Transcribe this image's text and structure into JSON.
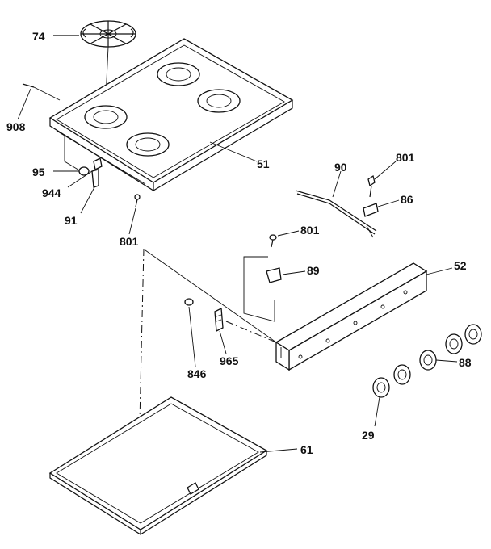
{
  "labels": {
    "p74": "74",
    "p908": "908",
    "p95": "95",
    "p944": "944",
    "p91": "91",
    "p801a": "801",
    "p51": "51",
    "p90": "90",
    "p801b": "801",
    "p86": "86",
    "p801c": "801",
    "p89": "89",
    "p52": "52",
    "p846": "846",
    "p965": "965",
    "p88": "88",
    "p29": "29",
    "p61": "61"
  }
}
